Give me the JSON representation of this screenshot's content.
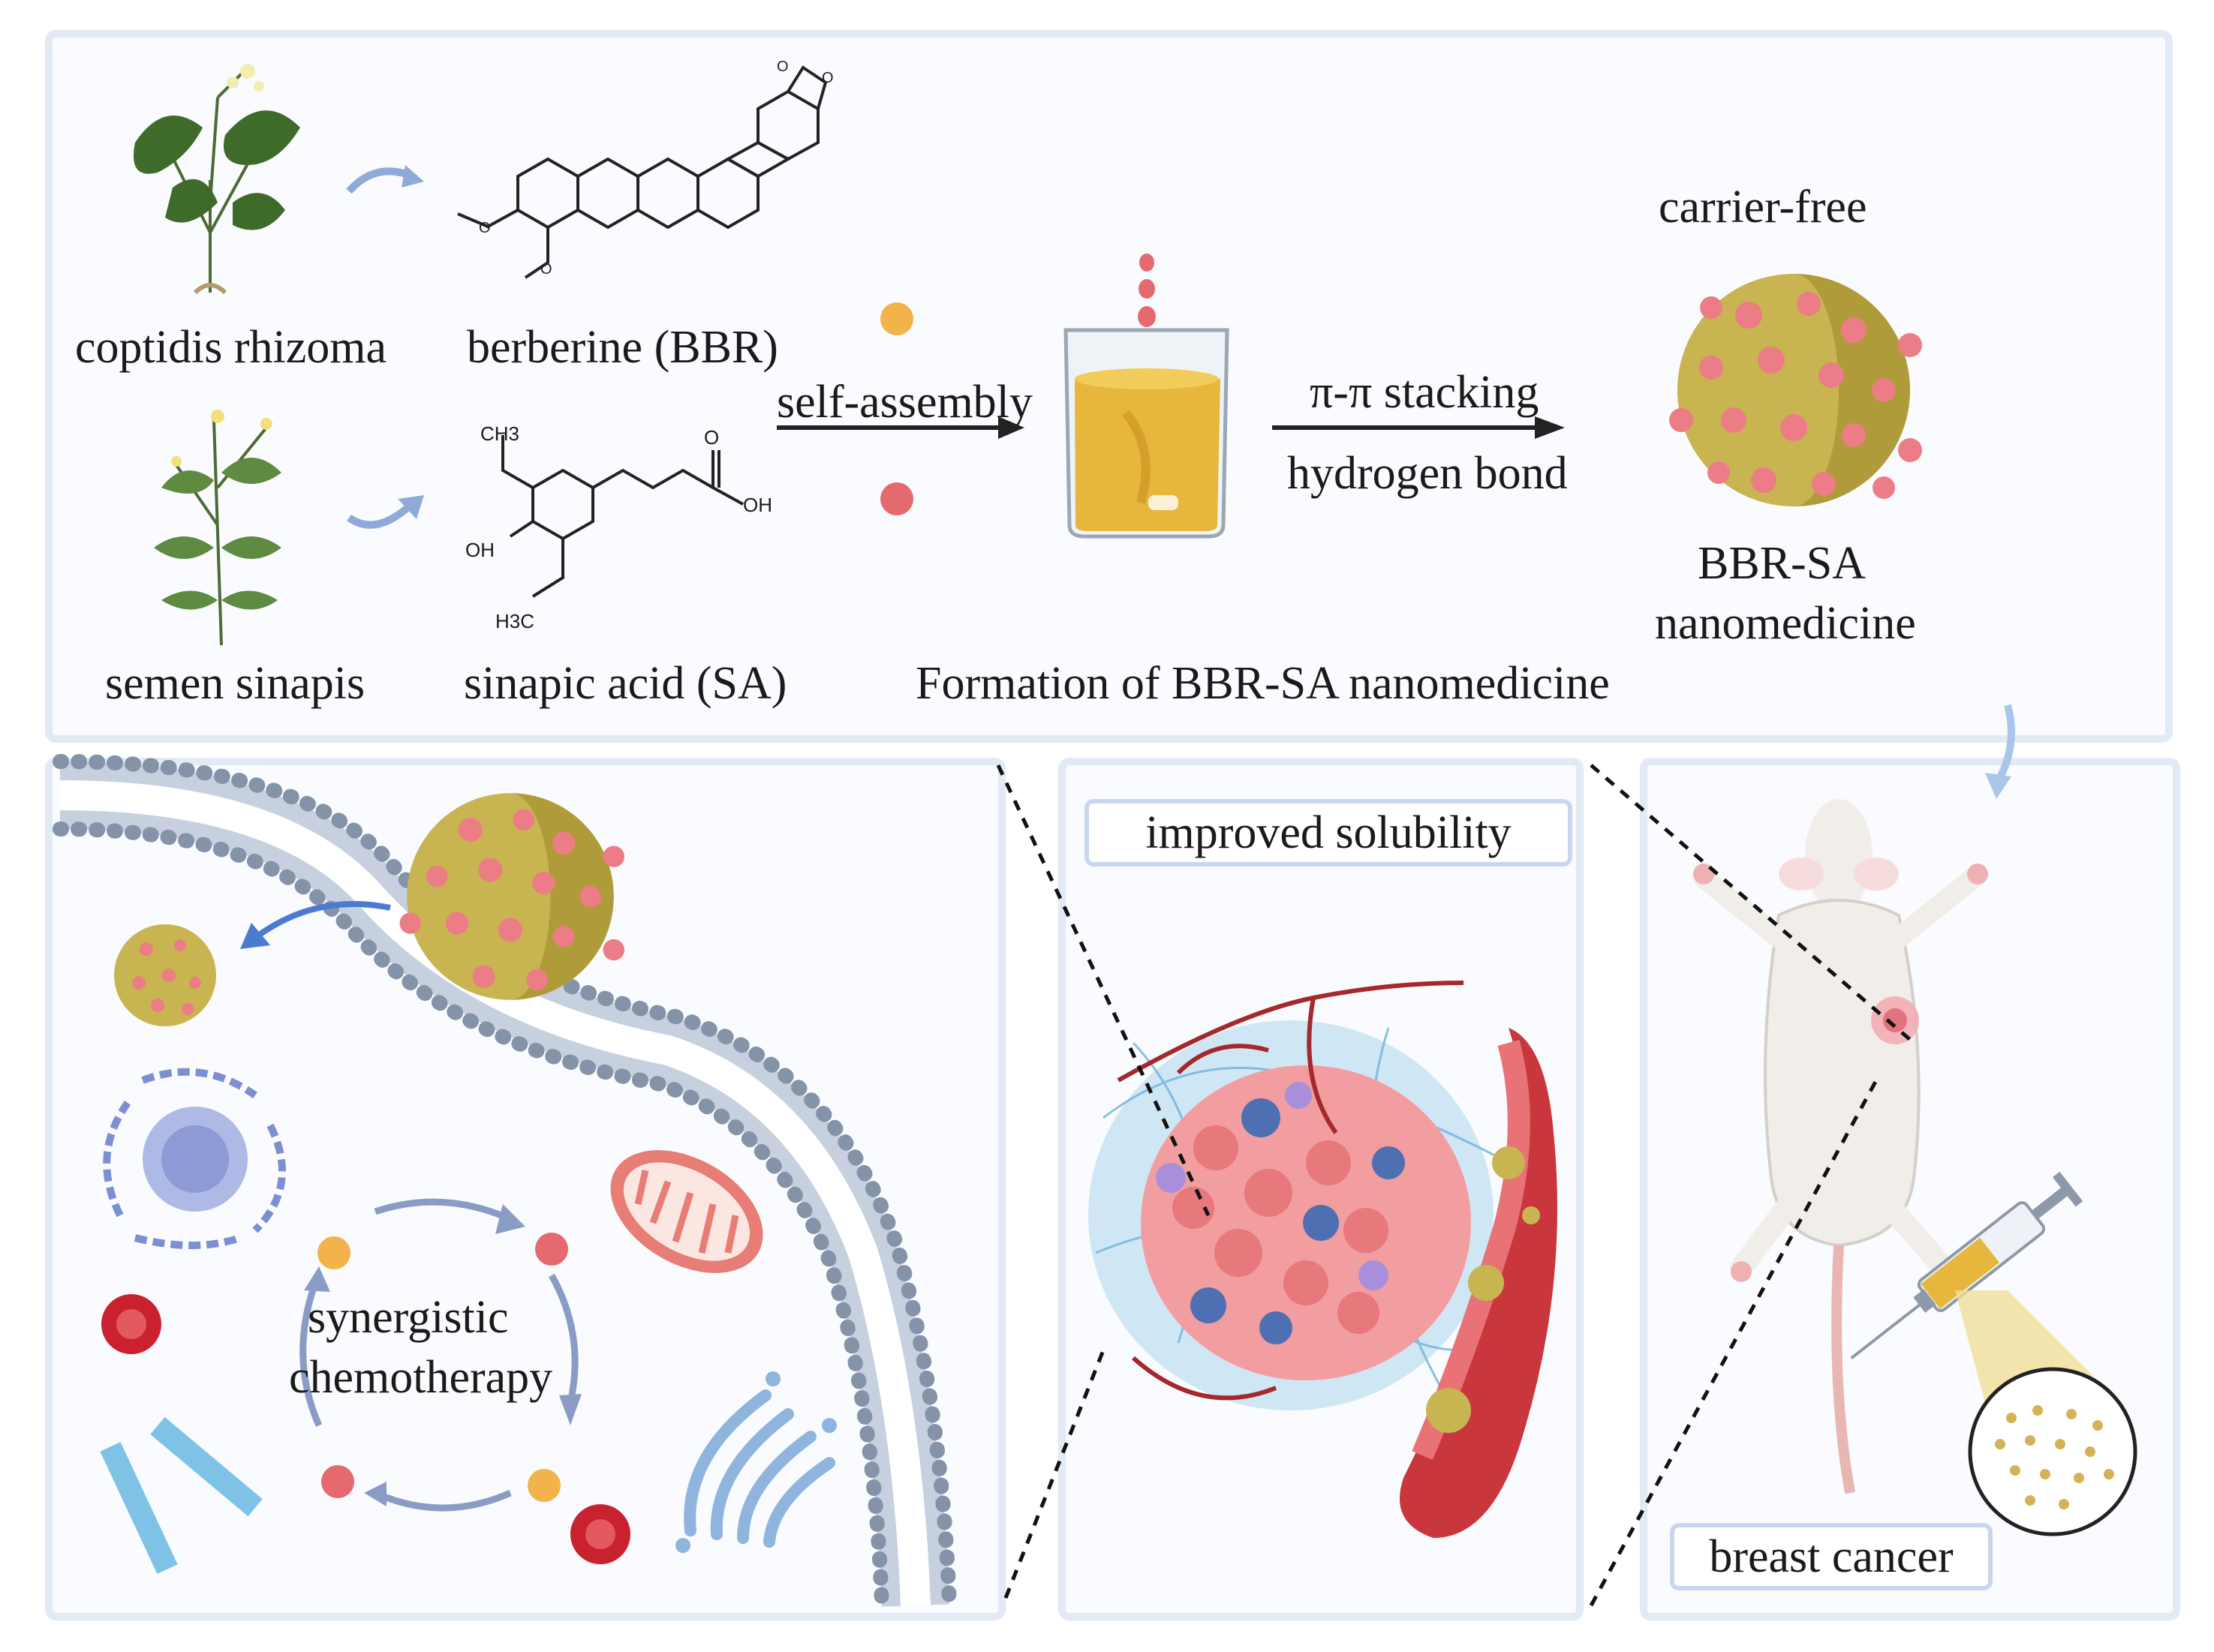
{
  "top_panel": {
    "plant_1_label": "coptidis rhizoma",
    "plant_2_label": "semen sinapis",
    "molecule_1_label": "berberine (BBR)",
    "molecule_2_label": "sinapic acid (SA)",
    "step_1_label": "self-assembly",
    "interaction_1": "π-π stacking",
    "interaction_2": "hydrogen bond",
    "nanoparticle_top_label": "carrier-free",
    "nanoparticle_name_1": "BBR-SA",
    "nanoparticle_name_2": "nanomedicine",
    "caption": "Formation of BBR-SA nanomedicine",
    "sa_atoms": {
      "methyl_top": "CH3",
      "carbonyl": "O",
      "acid_oh": "OH",
      "phenol_oh": "OH",
      "methyl_bottom": "H3C"
    }
  },
  "bottom_left": {
    "cycle_label_1": "synergistic",
    "cycle_label_2": "chemotherapy"
  },
  "bottom_middle": {
    "label": "improved solubility"
  },
  "bottom_right": {
    "label": "breast cancer"
  },
  "colors": {
    "panel_border": "#e2eaf5",
    "nanoparticle_body": "#c8b450",
    "nanoparticle_dots": "#ec7d86",
    "sa_dot": "#f2b44a",
    "bbr_dot": "#e46a70",
    "arrow": "#222222",
    "curved_arrow": "#8fa9d8"
  }
}
